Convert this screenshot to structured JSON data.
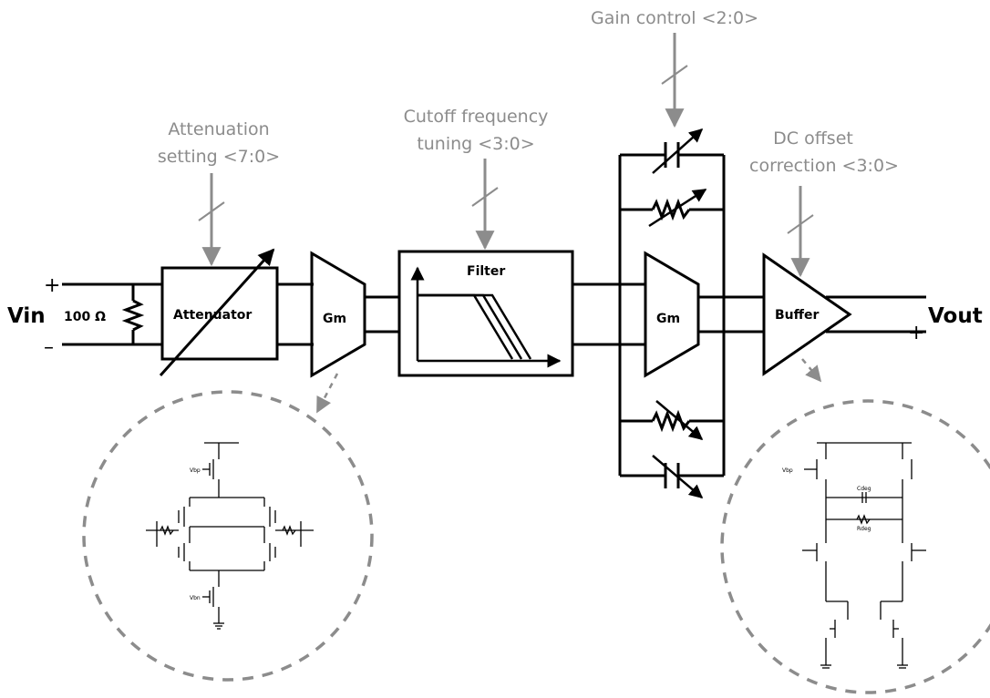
{
  "input": {
    "label": "Vin",
    "plus": "+",
    "minus": "–",
    "resistor": "100 Ω"
  },
  "output": {
    "label": "Vout",
    "minus": "–",
    "plus": "+"
  },
  "blocks": {
    "attenuator": "Attenuator",
    "gm1": "Gm",
    "filter": "Filter",
    "gm2": "Gm",
    "buffer": "Buffer"
  },
  "controls": {
    "attenuation": [
      "Attenuation",
      "setting <7:0>"
    ],
    "cutoff": [
      "Cutoff frequency",
      "tuning <3:0>"
    ],
    "gain": [
      "Gain control <2:0>"
    ],
    "dc_offset": [
      "DC offset",
      "correction  <3:0>"
    ]
  },
  "gm_detail": {
    "vbp": "Vbp",
    "vbn": "Vbn"
  },
  "buffer_detail": {
    "vbp": "Vbp",
    "cdeg": "Cdeg",
    "rdeg": "Rdeg"
  },
  "colors": {
    "line": "#000000",
    "control": "#8c8c8c"
  }
}
